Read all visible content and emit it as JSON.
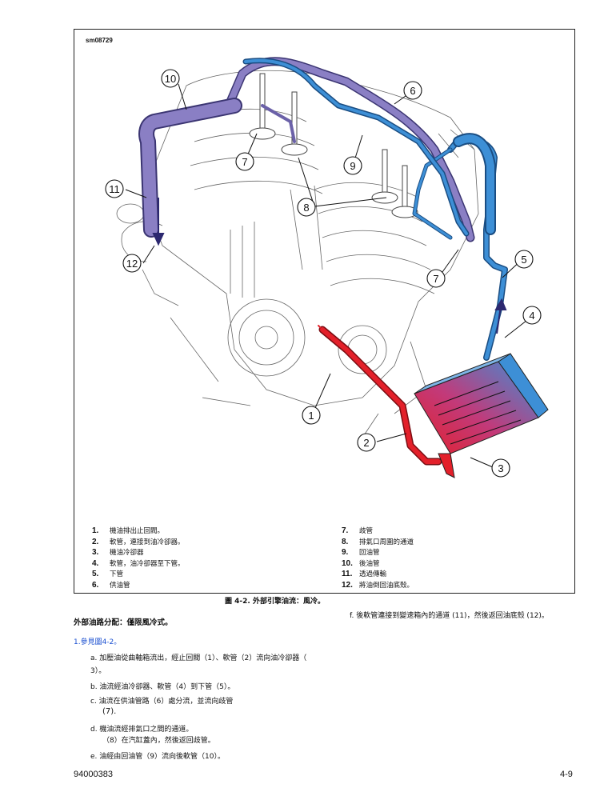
{
  "figure": {
    "code": "sm08729",
    "caption": "圖 4-2. 外部引擎油流：風冷。",
    "callouts": [
      "1",
      "2",
      "3",
      "4",
      "5",
      "6",
      "7",
      "7",
      "8",
      "9",
      "10",
      "11",
      "12"
    ]
  },
  "legend": {
    "left": [
      {
        "num": "1.",
        "text": "機油排出止回閥。"
      },
      {
        "num": "2.",
        "text": "軟管，連接到油冷卻器。"
      },
      {
        "num": "3.",
        "text": "機油冷卻器"
      },
      {
        "num": "4.",
        "text": "軟管，油冷卻器至下管。"
      },
      {
        "num": "5.",
        "text": "下管"
      },
      {
        "num": "6.",
        "text": "供油管"
      }
    ],
    "right": [
      {
        "num": "7.",
        "text": "歧管"
      },
      {
        "num": "8.",
        "text": "排氣口周圍的通道"
      },
      {
        "num": "9.",
        "text": "回油管"
      },
      {
        "num": "10.",
        "text": "後油管"
      },
      {
        "num": "11.",
        "text": "透過傳輸"
      },
      {
        "num": "12.",
        "text": "將油倒回油底殼。"
      }
    ]
  },
  "body": {
    "section_title": "外部油路分配：僅限風冷式。",
    "step_ref": "1.參見圖4-2。",
    "steps": [
      {
        "line1": "a. 加壓油從曲軸箱流出，經止回閥（1）、軟管（2）流向油冷卻器（",
        "line2": "3）。"
      },
      {
        "line1": "b. 油流經油冷卻器、軟管（4）到下管（5）。"
      },
      {
        "line1": "c. 油流在供油管路（6）處分流，並流向歧管",
        "line2": "(7)."
      },
      {
        "line1": "d. 機油流經排氣口之間的通道。",
        "line2": "（8）在汽缸蓋內，然後返回歧管。"
      },
      {
        "line1": "e. 油經由回油管（9）流向後軟管（10）。"
      }
    ],
    "step_f": "f. 後軟管連接到變速箱內的通道 (11)，然後返回油底殼 (12)。"
  },
  "footer": {
    "doc_number": "94000383",
    "page_number": "4-9"
  },
  "colors": {
    "supply_blue": "#3d8fd6",
    "return_purple": "#8a7fc4",
    "hot_red": "#e3202a",
    "engine_gray": "#555555"
  }
}
